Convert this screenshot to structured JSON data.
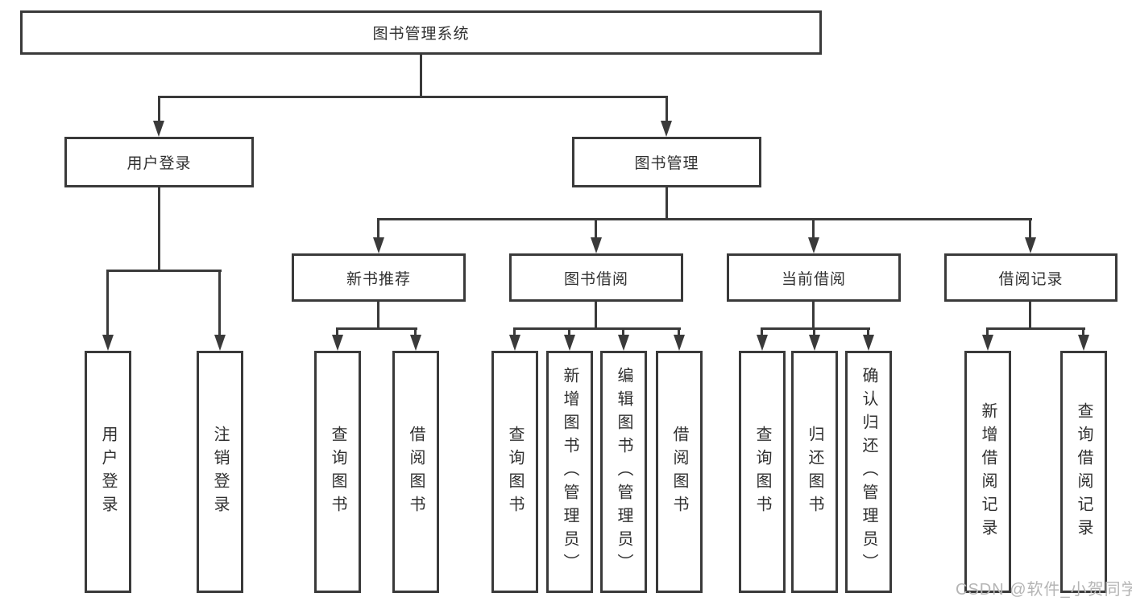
{
  "tree": {
    "label": "图书管理系统",
    "children": [
      {
        "label": "用户登录",
        "children": [
          {
            "label": "用户登录"
          },
          {
            "label": "注销登录"
          }
        ]
      },
      {
        "label": "图书管理",
        "children": [
          {
            "label": "新书推荐",
            "children": [
              {
                "label": "查询图书"
              },
              {
                "label": "借阅图书"
              }
            ]
          },
          {
            "label": "图书借阅",
            "children": [
              {
                "label": "查询图书"
              },
              {
                "label": "新增图书（管理员）"
              },
              {
                "label": "编辑图书（管理员）"
              },
              {
                "label": "借阅图书"
              }
            ]
          },
          {
            "label": "当前借阅",
            "children": [
              {
                "label": "查询图书"
              },
              {
                "label": "归还图书"
              },
              {
                "label": "确认归还（管理员）"
              }
            ]
          },
          {
            "label": "借阅记录",
            "children": [
              {
                "label": "新增借阅记录"
              },
              {
                "label": "查询借阅记录"
              }
            ]
          }
        ]
      }
    ]
  },
  "watermark": {
    "text": "CSDN @软件_小贺同学"
  },
  "colors": {
    "line": "#3a3a3a",
    "text": "#303030",
    "box_background": "#ffffff",
    "watermark": "#b5b5b5"
  }
}
